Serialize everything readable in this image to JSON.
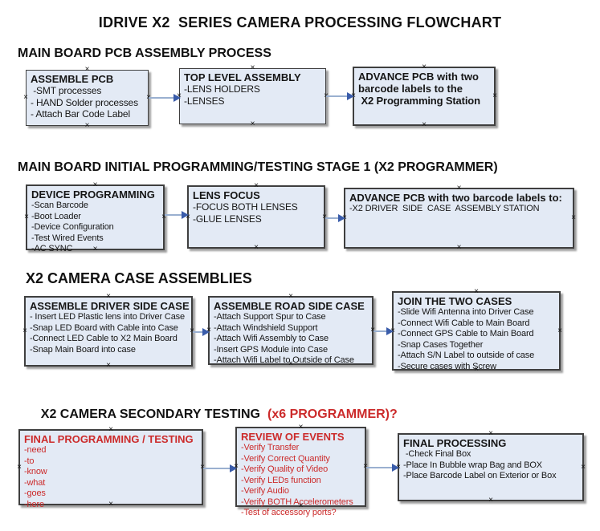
{
  "title": "IDRIVE X2  SERIES CAMERA PROCESSING FLOWCHART",
  "colors": {
    "box_fill": "#e3eaf5",
    "box_border": "#3f3f3f",
    "red": "#cc2b2b",
    "text": "#161616",
    "shadow": "#9f9f9f",
    "connector_line": "#9ab0d0",
    "connector_arrow": "#3a5caa"
  },
  "connection_point_glyph": "×",
  "sections": {
    "s1": {
      "heading": "MAIN BOARD PCB ASSEMBLY PROCESS"
    },
    "s2": {
      "heading": "MAIN BOARD INITIAL PROGRAMMING/TESTING STAGE 1 (X2 PROGRAMMER)"
    },
    "s3": {
      "heading": "X2 CAMERA CASE ASSEMBLIES"
    },
    "s4": {
      "heading_black": "X2 CAMERA SECONDARY TESTING",
      "heading_red": "(x6 PROGRAMMER)?"
    }
  },
  "boxes": {
    "assemble_pcb": {
      "title": "ASSEMBLE PCB",
      "items": [
        " -SMT processes",
        "- HAND Solder processes",
        "- Attach Bar Code Label"
      ]
    },
    "top_level_assembly": {
      "title": "TOP LEVEL ASSEMBLY",
      "items": [
        "-LENS HOLDERS",
        "-LENSES"
      ]
    },
    "advance_pcb_to_programming": {
      "title": "ADVANCE PCB with two barcode labels to the",
      "items": [
        " X2 Programming Station"
      ]
    },
    "device_programming": {
      "title": "DEVICE PROGRAMMING",
      "items": [
        "-Scan Barcode",
        "-Boot Loader",
        "-Device Configuration",
        "-Test Wired Events",
        "-AC SYNC"
      ]
    },
    "lens_focus": {
      "title": "LENS FOCUS",
      "items": [
        "-FOCUS BOTH LENSES",
        "-GLUE LENSES"
      ]
    },
    "advance_pcb_to_case_assembly": {
      "title": "ADVANCE PCB with two barcode labels to:",
      "items": [
        "-X2 DRIVER  SIDE  CASE  ASSEMBLY STATION"
      ]
    },
    "assemble_driver_side_case": {
      "title": "ASSEMBLE DRIVER SIDE CASE",
      "items": [
        "- Insert LED Plastic lens into Driver Case",
        "-Snap LED Board with Cable into Case",
        "-Connect LED Cable to X2 Main Board",
        "-Snap Main Board into case"
      ]
    },
    "assemble_road_side_case": {
      "title": "ASSEMBLE ROAD SIDE CASE",
      "items": [
        "-Attach Support Spur to Case",
        "-Attach Windshield Support",
        "-Attach Wifi Assembly to Case",
        "-Insert GPS Module into Case",
        "-Attach Wifi Label to Outside of Case"
      ]
    },
    "join_the_two_cases": {
      "title": "JOIN THE TWO CASES",
      "items": [
        "-Slide Wifi Antenna into Driver Case",
        "-Connect Wifi Cable to Main Board",
        "-Connect GPS Cable to Main Board",
        "-Snap Cases Together",
        "-Attach S/N Label to outside of case",
        "-Secure cases with Screw"
      ]
    },
    "final_programming_testing": {
      "title": "FINAL PROGRAMMING / TESTING",
      "items": [
        "-need",
        "-to",
        "-know",
        "-what",
        "-goes",
        "-here"
      ]
    },
    "review_of_events": {
      "title": "REVIEW OF EVENTS",
      "items": [
        "-Verify Transfer",
        "-Verify Correct Quantity",
        "-Verify Quality of Video",
        "-Verify LEDs function",
        "-Verify Audio",
        "-Verify BOTH Accelerometers",
        "-Test of accessory ports?"
      ]
    },
    "final_processing": {
      "title": "FINAL PROCESSING",
      "items": [
        " -Check Final Box",
        "-Place In Bubble wrap Bag and BOX",
        "-Place Barcode Label on Exterior or Box"
      ]
    }
  }
}
